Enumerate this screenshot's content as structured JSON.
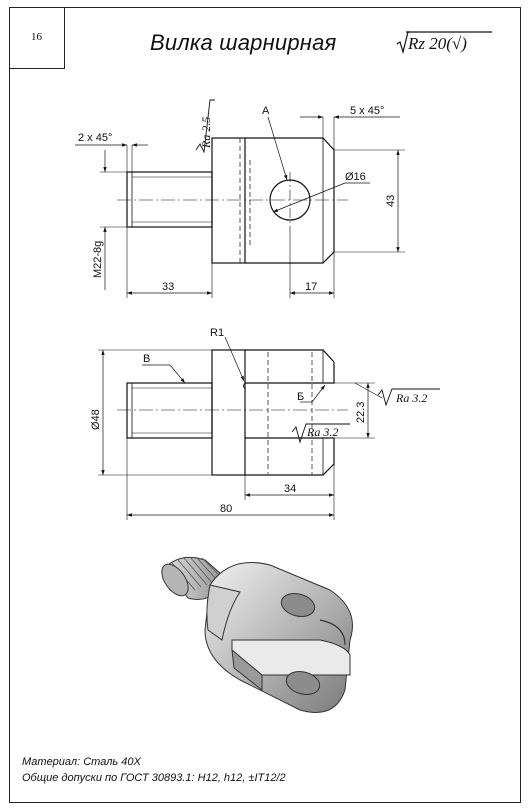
{
  "sheet": {
    "number": "16",
    "title": "Вилка шарнирная",
    "roughness_general": "Rz 20(√)"
  },
  "top_view": {
    "chamfer_left": "2 x 45°",
    "roughness_top": "Ra 2.5",
    "label_a": "A",
    "chamfer_right": "5 x 45°",
    "hole_dia": "Ø16",
    "thread": "M22-8g",
    "height": "43",
    "len_thread": "33",
    "len_right": "17"
  },
  "front_view": {
    "radius": "R1",
    "label_v": "B",
    "label_b": "Б",
    "roughness_slot_top": "Ra 3.2",
    "roughness_slot_bottom": "Ra 3.2",
    "dia_body": "Ø48",
    "slot_width": "22.3",
    "len_slot": "34",
    "len_total": "80"
  },
  "notes": {
    "material": "Материал: Сталь 40Х",
    "tolerances": "Общие допуски по ГОСТ 30893.1: H12, h12, ±IT12/2"
  }
}
